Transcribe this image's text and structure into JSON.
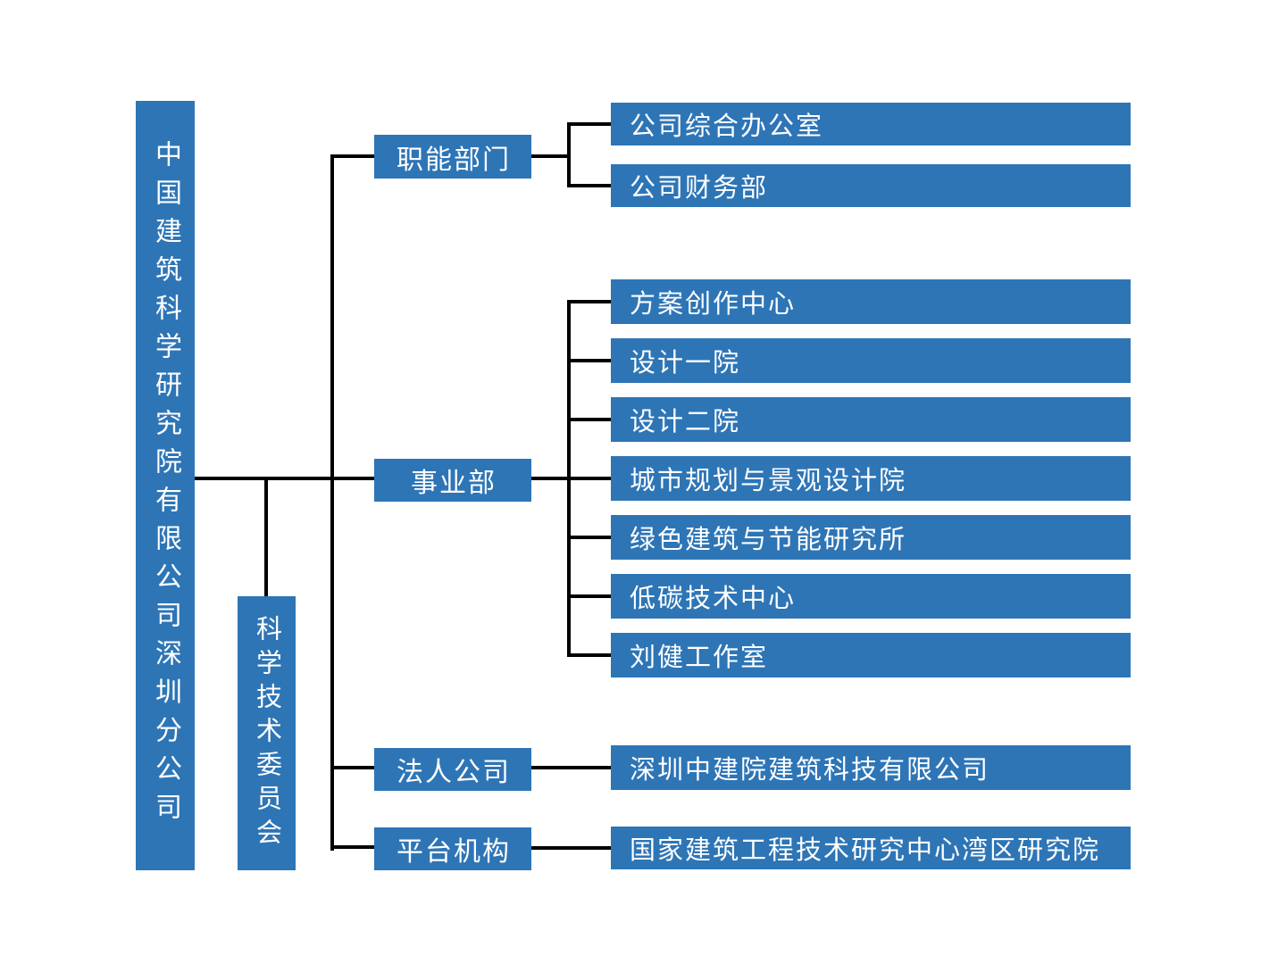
{
  "org": {
    "root": "中国建筑科学研究院有限公司深圳分公司",
    "committee": "科学技术委员会",
    "branches": [
      {
        "label": "职能部门",
        "children": [
          "公司综合办公室",
          "公司财务部"
        ]
      },
      {
        "label": "事业部",
        "children": [
          "方案创作中心",
          "设计一院",
          "设计二院",
          "城市规划与景观设计院",
          "绿色建筑与节能研究所",
          "低碳技术中心",
          "刘健工作室"
        ]
      },
      {
        "label": "法人公司",
        "children": [
          "深圳中建院建筑科技有限公司"
        ]
      },
      {
        "label": "平台机构",
        "children": [
          "国家建筑工程技术研究中心湾区研究院"
        ]
      }
    ],
    "colors": {
      "box_fill": "#2E75B6",
      "box_text": "#FFFFFF",
      "connector": "#000000",
      "background": "#FFFFFF"
    }
  }
}
